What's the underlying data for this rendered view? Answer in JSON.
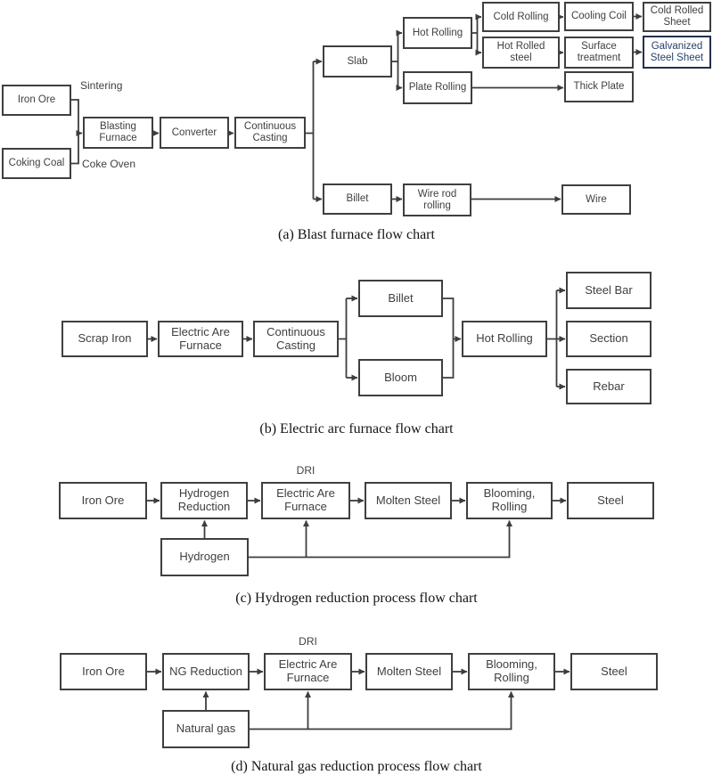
{
  "figure": {
    "type": "flow-diagram-set",
    "background": "#ffffff",
    "colors": {
      "box_border": "#3f3f3f",
      "box_text": "#3f3f3f",
      "connector_line": "#3d3d3d",
      "galvanized_text": "#26406E",
      "caption_text": "#141414"
    }
  },
  "charts": {
    "a": {
      "caption": "(a) Blast furnace flow chart",
      "labels": {
        "sintering": "Sintering",
        "coke_oven": "Coke Oven"
      },
      "nodes": {
        "iron_ore": "Iron Ore",
        "coking_coal": "Coking Coal",
        "blasting_furnace": "Blasting Furnace",
        "converter": "Converter",
        "continuous_casting": "Continuous Casting",
        "slab": "Slab",
        "billet": "Billet",
        "hot_rolling": "Hot Rolling",
        "plate_rolling": "Plate Rolling",
        "cold_rolling": "Cold Rolling",
        "hot_rolled_steel": "Hot Rolled steel",
        "cooling_coil": "Cooling Coil",
        "surface_treatment": "Surface treatment",
        "thick_plate": "Thick Plate",
        "cold_rolled_sheet": "Cold Rolled Sheet",
        "galvanized_steel_sheet": "Galvanized Steel Sheet",
        "wire_rod_rolling": "Wire rod rolling",
        "wire": "Wire"
      },
      "edges": [
        "Iron Ore > Blasting Furnace (via Sintering)",
        "Coking Coal > Blasting Furnace (via Coke Oven)",
        "Blasting Furnace > Converter",
        "Converter > Continuous Casting",
        "Continuous Casting > Slab",
        "Continuous Casting > Billet",
        "Slab > Hot Rolling",
        "Slab > Plate Rolling",
        "Hot Rolling > Cold Rolling",
        "Hot Rolling > Hot Rolled steel",
        "Cold Rolling > Cooling Coil",
        "Cooling Coil > Cold Rolled Sheet",
        "Hot Rolled steel > Surface treatment",
        "Surface treatment > Galvanized Steel Sheet",
        "Plate Rolling > Thick Plate",
        "Billet > Wire rod rolling",
        "Wire rod rolling > Wire"
      ]
    },
    "b": {
      "caption": "(b) Electric arc furnace flow chart",
      "nodes": {
        "scrap_iron": "Scrap Iron",
        "electric_arc_furnace": "Electric Are Furnace",
        "continuous_casting": "Continuous Casting",
        "billet": "Billet",
        "bloom": "Bloom",
        "hot_rolling": "Hot Rolling",
        "steel_bar": "Steel Bar",
        "section": "Section",
        "rebar": "Rebar"
      },
      "edges": [
        "Scrap Iron > Electric Are Furnace",
        "Electric Are Furnace > Continuous Casting",
        "Continuous Casting > Billet",
        "Continuous Casting > Bloom",
        "Billet > Hot Rolling",
        "Bloom > Hot Rolling",
        "Hot Rolling > Steel Bar",
        "Hot Rolling > Section",
        "Hot Rolling > Rebar"
      ]
    },
    "c": {
      "caption": "(c) Hydrogen reduction process flow chart",
      "labels": {
        "dri": "DRI"
      },
      "nodes": {
        "iron_ore": "Iron Ore",
        "hydrogen_reduction": "Hydrogen Reduction",
        "electric_arc_furnace": "Electric Are Furnace",
        "molten_steel": "Molten Steel",
        "blooming_rolling": "Blooming, Rolling",
        "steel": "Steel",
        "hydrogen": "Hydrogen"
      },
      "edges": [
        "Iron Ore > Hydrogen Reduction",
        "Hydrogen Reduction > Electric Are Furnace (DRI)",
        "Electric Are Furnace > Molten Steel",
        "Molten Steel > Blooming, Rolling",
        "Blooming, Rolling > Steel",
        "Hydrogen > Hydrogen Reduction",
        "Hydrogen > Electric Are Furnace",
        "Hydrogen > Blooming, Rolling"
      ]
    },
    "d": {
      "caption": "(d) Natural gas reduction process flow chart",
      "labels": {
        "dri": "DRI"
      },
      "nodes": {
        "iron_ore": "Iron Ore",
        "ng_reduction": "NG Reduction",
        "electric_arc_furnace": "Electric Are Furnace",
        "molten_steel": "Molten Steel",
        "blooming_rolling": "Blooming, Rolling",
        "steel": "Steel",
        "natural_gas": "Natural gas"
      },
      "edges": [
        "Iron Ore > NG Reduction",
        "NG Reduction > Electric Are Furnace (DRI)",
        "Electric Are Furnace > Molten Steel",
        "Molten Steel > Blooming, Rolling",
        "Blooming, Rolling > Steel",
        "Natural gas > NG Reduction",
        "Natural gas > Electric Are Furnace",
        "Natural gas > Blooming, Rolling"
      ]
    }
  }
}
